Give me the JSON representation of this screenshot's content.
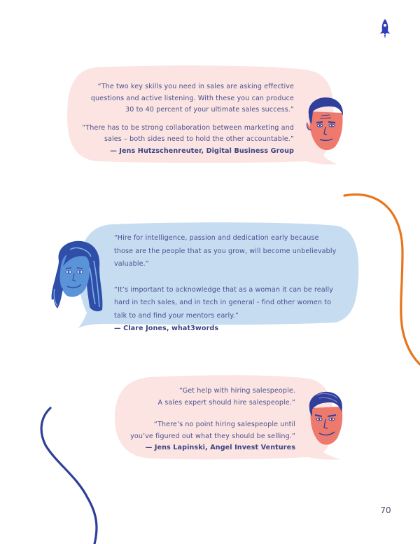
{
  "page": {
    "number": "70",
    "icon": "rocket-icon"
  },
  "colors": {
    "pink_bubble": "#fbe4e1",
    "blue_bubble": "#c6dcf0",
    "text": "#4b5190",
    "accent_orange": "#e8751a",
    "accent_navy": "#2f3f9a",
    "face_skin": "#ee7a6d",
    "face_hair": "#2f3f9a",
    "blue_face": "#5b93d8"
  },
  "quotes": [
    {
      "bubble_color": "pink",
      "portrait": "man-portrait-1",
      "paragraphs": [
        "“The two key skills you need in sales are asking effective\nquestions and active listening. With these you can produce\n30 to 40 percent of your ultimate sales success.”",
        "“There has to be strong collaboration between marketing and\nsales – both sides need to hold the other accountable.”"
      ],
      "attribution": "— Jens Hutzschenreuter, Digital Business Group"
    },
    {
      "bubble_color": "blue",
      "portrait": "woman-portrait",
      "paragraphs": [
        "“Hire for intelligence, passion and dedication early because\nthose are the people that as you grow, will become unbelievably\nvaluable.”",
        "“It’s important to acknowledge that as a woman it can be really\nhard in tech sales, and in tech in general - find other women to\ntalk to and find your mentors early.”"
      ],
      "attribution": "— Clare Jones, what3words"
    },
    {
      "bubble_color": "pink",
      "portrait": "man-portrait-2",
      "paragraphs": [
        "“Get help with hiring salespeople.\nA sales expert should hire salespeople.”",
        "“There’s no point hiring salespeople until\nyou’ve figured out what they should be selling.”"
      ],
      "attribution": "— Jens Lapinski, Angel Invest Ventures"
    }
  ]
}
